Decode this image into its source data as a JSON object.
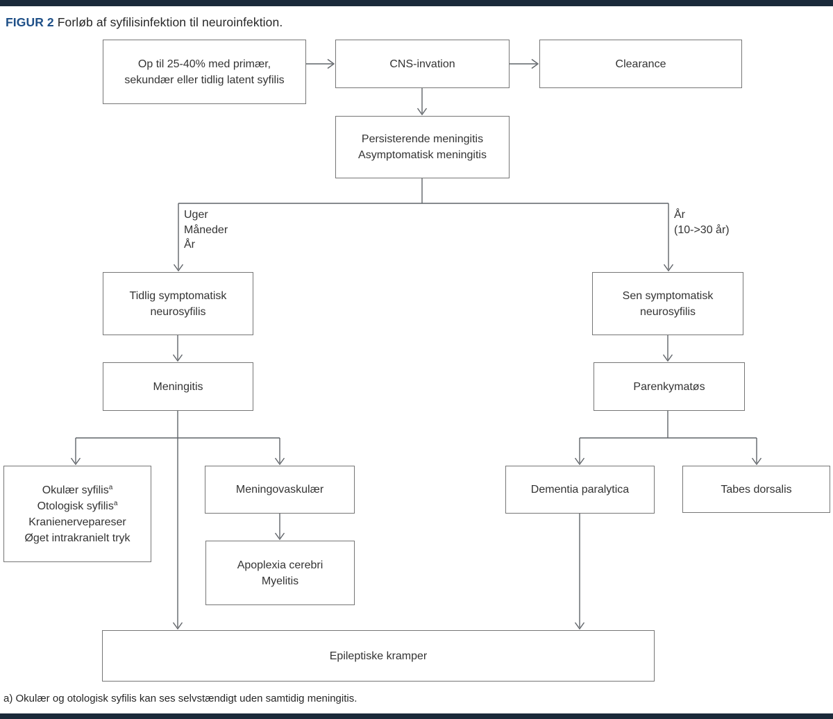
{
  "figure": {
    "title_prefix": "FIGUR 2",
    "title_text": " Forløb af syfilisinfektion til neuroinfektion.",
    "footnote": "a) Okulær og otologisk syfilis kan ses selvstændigt uden samtidig meningitis."
  },
  "colors": {
    "top_bottom_bar": "#1b2a3a",
    "title_accent_blue": "#1e4f87",
    "connector_line": "#5f6368",
    "box_border": "#757575",
    "text": "#333333"
  },
  "nodes": {
    "primary": {
      "line1": "Op til 25-40% med primær,",
      "line2": "sekundær eller tidlig latent syfilis"
    },
    "cns": {
      "label": "CNS-invation"
    },
    "clearance": {
      "label": "Clearance"
    },
    "persistent": {
      "line1": "Persisterende meningitis",
      "line2": "Asymptomatisk meningitis"
    },
    "early": {
      "line1": "Tidlig symptomatisk",
      "line2": "neurosyfilis"
    },
    "late": {
      "line1": "Sen symptomatisk",
      "line2": "neurosyfilis"
    },
    "meningitis": {
      "label": "Meningitis"
    },
    "parenchymal": {
      "label": "Parenkymatøs"
    },
    "ocular": {
      "line1": "Okulær syfilis",
      "line2": "Otologisk syfilis",
      "sup": "a",
      "line3": "Kranienervepareser",
      "line4": "Øget intrakranielt tryk"
    },
    "meningovascular": {
      "label": "Meningovaskulær"
    },
    "apoplexia": {
      "line1": "Apoplexia cerebri",
      "line2": "Myelitis"
    },
    "dementia": {
      "label": "Dementia paralytica"
    },
    "tabes": {
      "label": "Tabes dorsalis"
    },
    "epileptic": {
      "label": "Epileptiske kramper"
    }
  },
  "edge_labels": {
    "left": {
      "line1": "Uger",
      "line2": "Måneder",
      "line3": "År"
    },
    "right": {
      "line1": "År",
      "line2": "(10->30 år)"
    }
  }
}
